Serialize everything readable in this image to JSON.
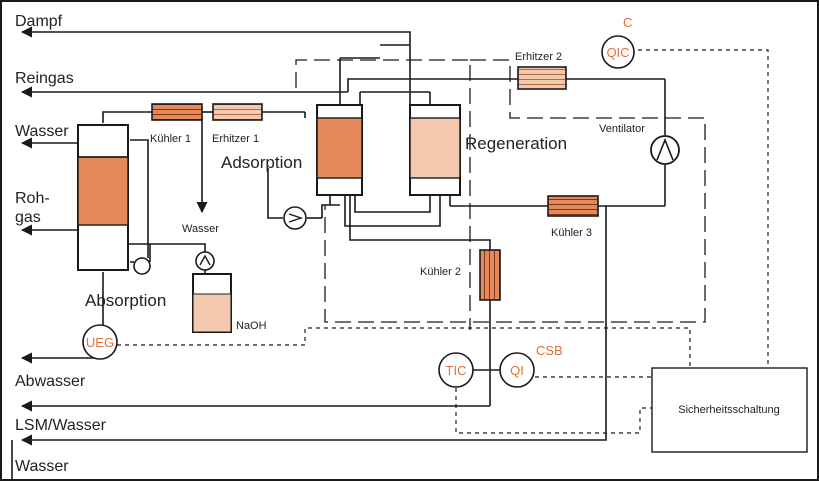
{
  "colors": {
    "accent": "#e0703c",
    "fill_dark": "#e6895a",
    "fill_light": "#f3c9ad",
    "line": "#1a1a1a"
  },
  "streams": {
    "dampf": "Dampf",
    "reingas": "Reingas",
    "wasser_in": "Wasser",
    "rohgas_1": "Roh-",
    "rohgas_2": "gas",
    "abwasser": "Abwasser",
    "lsm_wasser": "LSM/Wasser",
    "wasser_out": "Wasser"
  },
  "equipment": {
    "kuehler_1": "Kühler 1",
    "erhitzer_1": "Erhitzer 1",
    "erhitzer_2": "Erhitzer 2",
    "kuehler_2": "Kühler 2",
    "kuehler_3": "Kühler 3",
    "ventilator": "Ventilator",
    "wasser_small": "Wasser",
    "naoh": "NaOH",
    "sicherheitsschaltung": "Sicherheitsschaltung"
  },
  "units": {
    "absorption": "Absorption",
    "adsorption": "Adsorption",
    "regeneration": "Regeneration"
  },
  "instruments": {
    "qic": "QIC",
    "qic_tag": "C",
    "tic": "TIC",
    "qi": "QI",
    "qi_tag": "CSB",
    "ueg": "UEG"
  }
}
